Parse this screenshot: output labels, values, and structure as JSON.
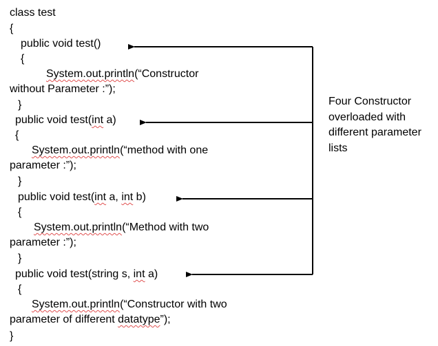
{
  "code_lines": [
    {
      "id": "line-class-decl",
      "text": "class test"
    },
    {
      "id": "line-open-brace-class",
      "text": "{"
    },
    {
      "id": "line-ctor1-sig",
      "text": "public void test()"
    },
    {
      "id": "line-ctor1-open",
      "text": "{"
    },
    {
      "id": "line-ctor1-print-a",
      "pre": "System.out.println",
      "post": "(“Constructor"
    },
    {
      "id": "line-ctor1-print-b",
      "text": "without Parameter :”);"
    },
    {
      "id": "line-ctor1-close",
      "text": "}"
    },
    {
      "id": "line-ctor2-sig",
      "pre": "public void test(",
      "mid": "int",
      "post": " a)"
    },
    {
      "id": "line-ctor2-open",
      "text": "{"
    },
    {
      "id": "line-ctor2-print-a",
      "pre": "System.out.println",
      "post": "(“method with one"
    },
    {
      "id": "line-ctor2-print-b",
      "text": "parameter :”);"
    },
    {
      "id": "line-ctor2-close",
      "text": "}"
    },
    {
      "id": "line-ctor3-sig",
      "pre": "public void test(",
      "mid": "int",
      "mid2": " a, ",
      "mid3": "int",
      "post": " b)"
    },
    {
      "id": "line-ctor3-open",
      "text": "{"
    },
    {
      "id": "line-ctor3-print-a",
      "pre": "System.out.println",
      "post": "(“Method with two"
    },
    {
      "id": "line-ctor3-print-b",
      "text": "parameter :”);"
    },
    {
      "id": "line-ctor3-close",
      "text": "}"
    },
    {
      "id": "line-ctor4-sig",
      "pre": "public void test(string s, ",
      "mid": "int",
      "post": " a)"
    },
    {
      "id": "line-ctor4-open",
      "text": "{"
    },
    {
      "id": "line-ctor4-print-a",
      "pre": "System.out.println",
      "post": "(“Constructor with two"
    },
    {
      "id": "line-ctor4-print-b-pre",
      "text": "parameter of different "
    },
    {
      "id": "line-ctor4-print-b-word",
      "text": "datatype"
    },
    {
      "id": "line-ctor4-print-b-post",
      "text": "”);"
    },
    {
      "id": "line-close-brace-class",
      "text": "}"
    }
  ],
  "annotation": {
    "line1": "Four Constructor",
    "line2": "overloaded with",
    "line3": "different parameter",
    "line4": "lists"
  },
  "colors": {
    "text": "#000000",
    "spellcheck_squiggle": "#e05050",
    "arrow": "#000000"
  }
}
